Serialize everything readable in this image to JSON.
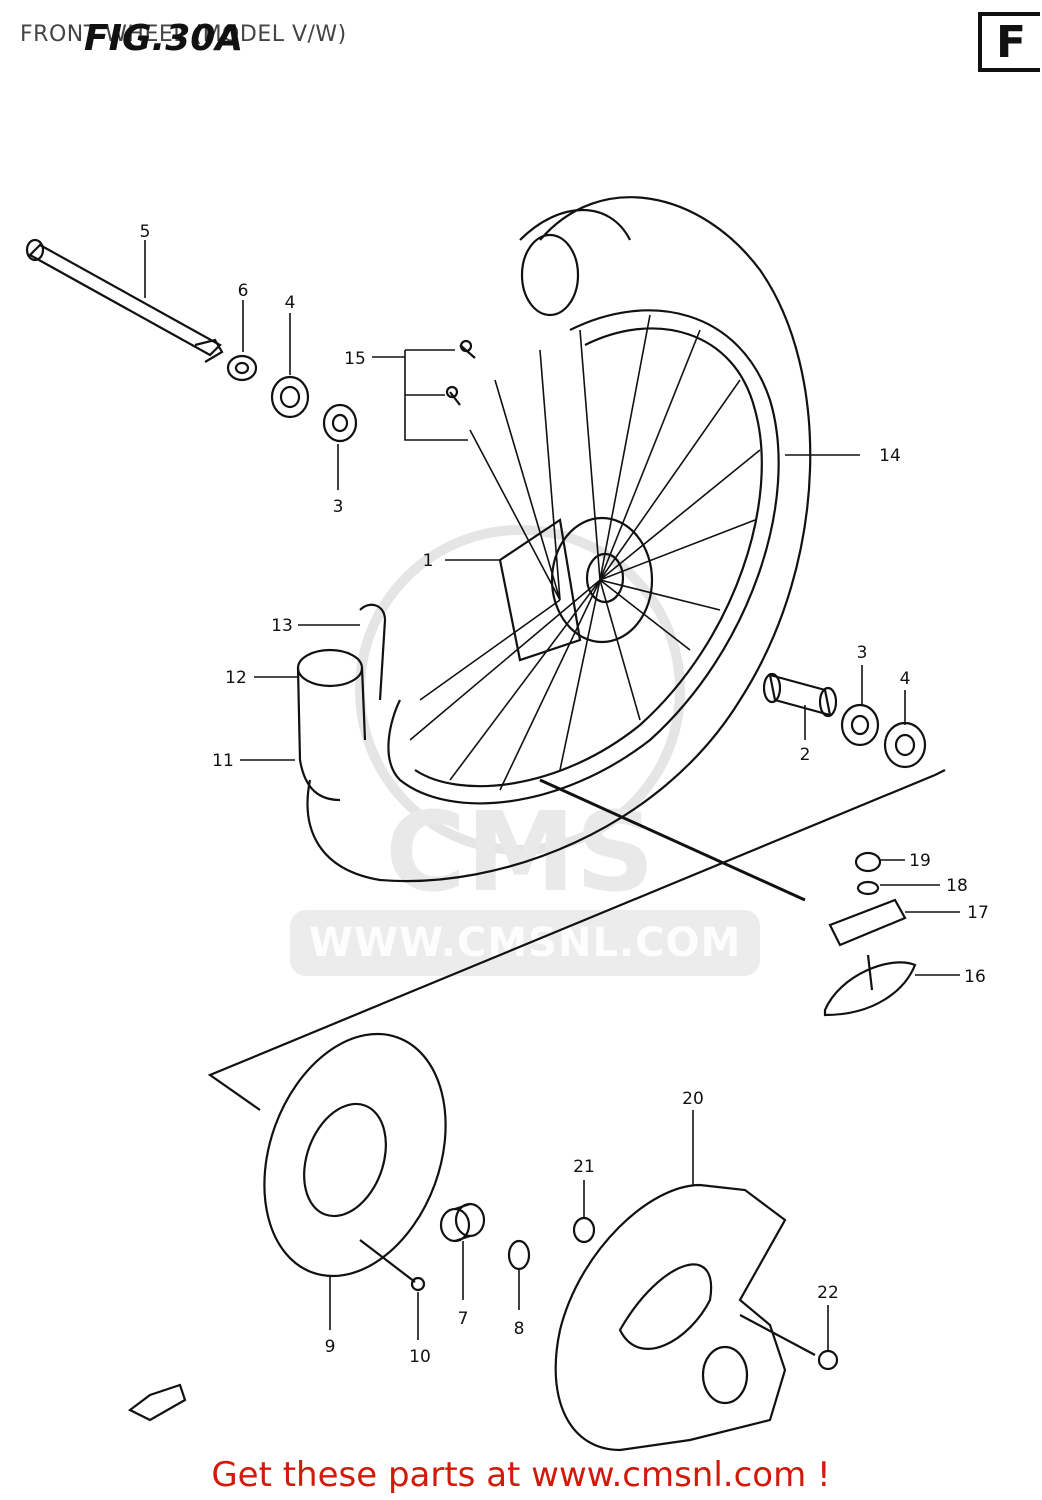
{
  "header": {
    "title": "FRONT WHEEL (MODEL V/W)",
    "figure": "FIG.30A",
    "section_letter": "F"
  },
  "watermark": {
    "logo": "CMS",
    "url": "WWW.CMSNL.COM"
  },
  "callouts": [
    "1",
    "2",
    "3",
    "3",
    "4",
    "4",
    "5",
    "6",
    "7",
    "8",
    "9",
    "10",
    "11",
    "12",
    "13",
    "14",
    "15",
    "16",
    "17",
    "18",
    "19",
    "20",
    "21",
    "22"
  ],
  "footer": {
    "text": "Get these parts at www.cmsnl.com !"
  }
}
